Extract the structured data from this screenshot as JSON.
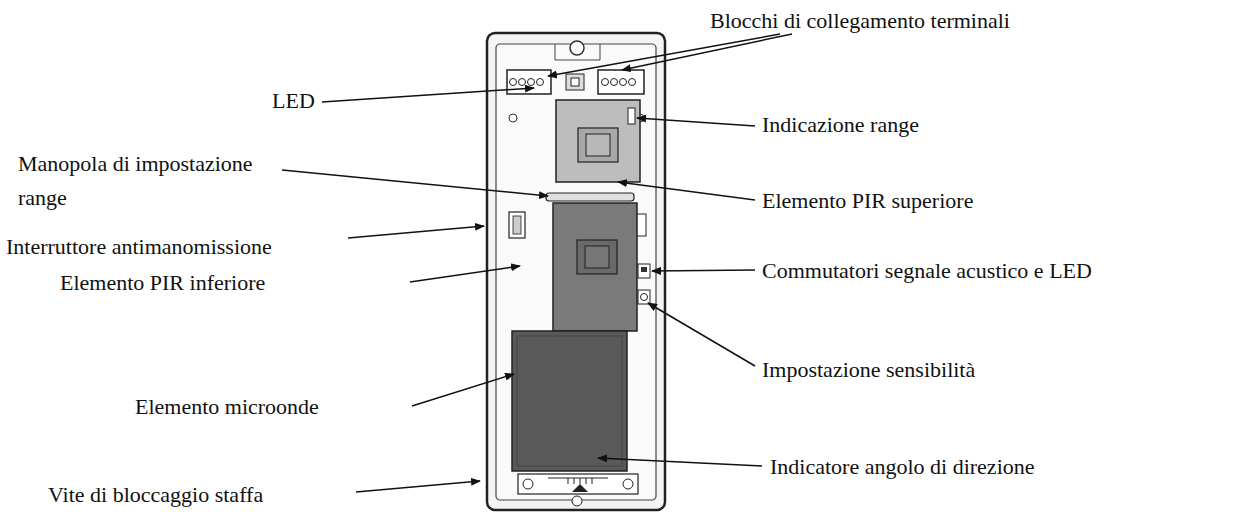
{
  "diagram": {
    "labels": [
      "Blocchi di collegamento terminali",
      "LED",
      "Indicazione range",
      "Manopola di impostazione range",
      "Elemento PIR superiore",
      "Interruttore antimanomissione",
      "Commutatori segnale acustico e LED",
      "Elemento PIR inferiore",
      "Impostazione sensibilità",
      "Elemento microonde",
      "Indicatore angolo di direzione",
      "Vite di bloccaggio staffa"
    ]
  }
}
